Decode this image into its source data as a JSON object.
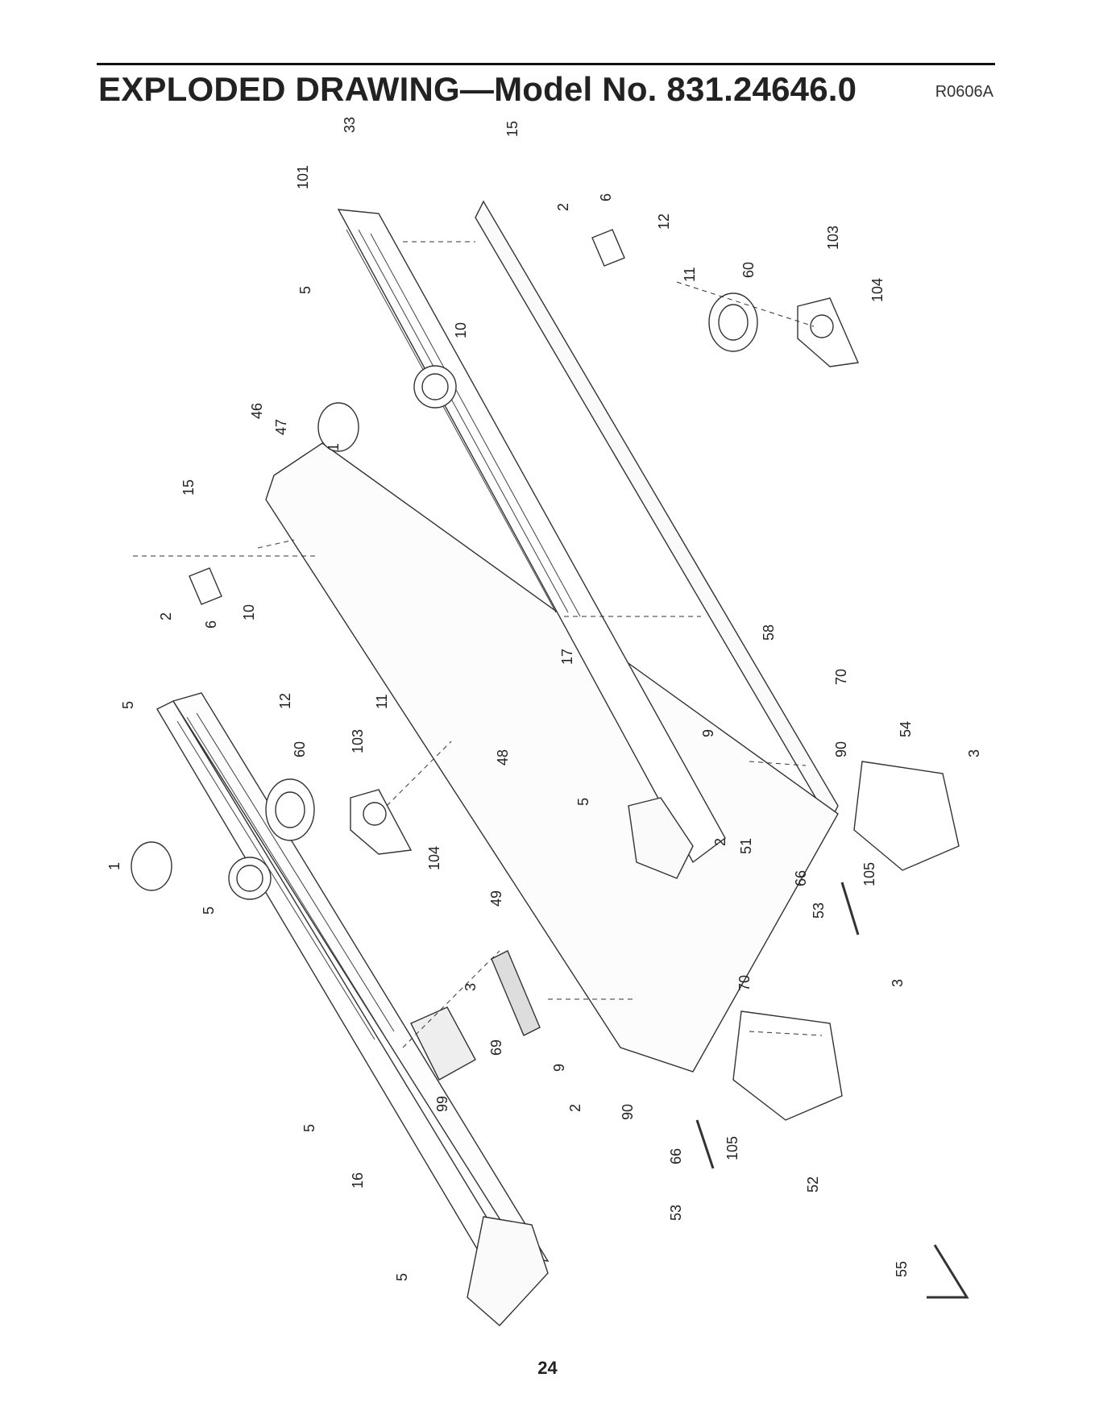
{
  "header": {
    "title": "EXPLODED DRAWING—Model No. 831.24646.0",
    "code": "R0606A"
  },
  "page_number": "24",
  "part_labels": [
    "33",
    "101",
    "15",
    "2",
    "6",
    "12",
    "11",
    "60",
    "103",
    "104",
    "5",
    "10",
    "46",
    "47",
    "1",
    "15",
    "2",
    "6",
    "10",
    "12",
    "11",
    "5",
    "60",
    "103",
    "104",
    "1",
    "5",
    "17",
    "58",
    "70",
    "9",
    "54",
    "90",
    "3",
    "48",
    "5",
    "2",
    "51",
    "66",
    "105",
    "53",
    "49",
    "3",
    "69",
    "99",
    "9",
    "2",
    "90",
    "70",
    "66",
    "105",
    "53",
    "3",
    "52",
    "55",
    "5",
    "16",
    "5"
  ]
}
